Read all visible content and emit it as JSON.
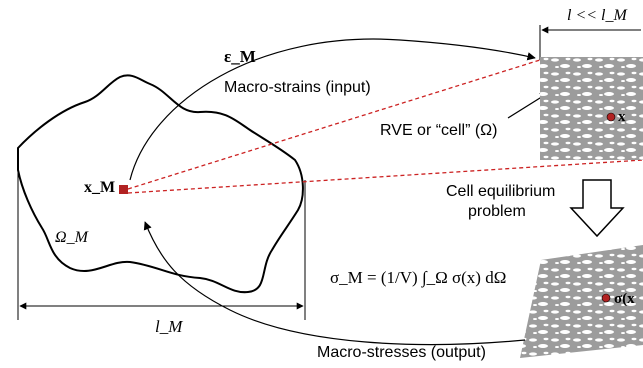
{
  "colors": {
    "line": "#000000",
    "dashed": "#cc2222",
    "marker": "#b22222",
    "rve_fill": "#9c9c9c",
    "hole": "#ffffff",
    "arrow_fill": "#ffffff"
  },
  "labels": {
    "length_top": "l << l_M",
    "strain_symbol": "ε_M",
    "macro_strains": "Macro-strains (input)",
    "rve_label": "RVE or “cell” (Ω)",
    "x_point": "x",
    "x_macro": "x_M",
    "omega_m": "Ω_M",
    "cell_equilibrium_line1": "Cell equilibrium",
    "cell_equilibrium_line2": "problem",
    "stress_equation": "σ_M = (1/V) ∫_Ω σ(x) dΩ",
    "sigma_x": "σ(x",
    "length_bottom": "l_M",
    "macro_stresses": "Macro-stresses (output)"
  }
}
